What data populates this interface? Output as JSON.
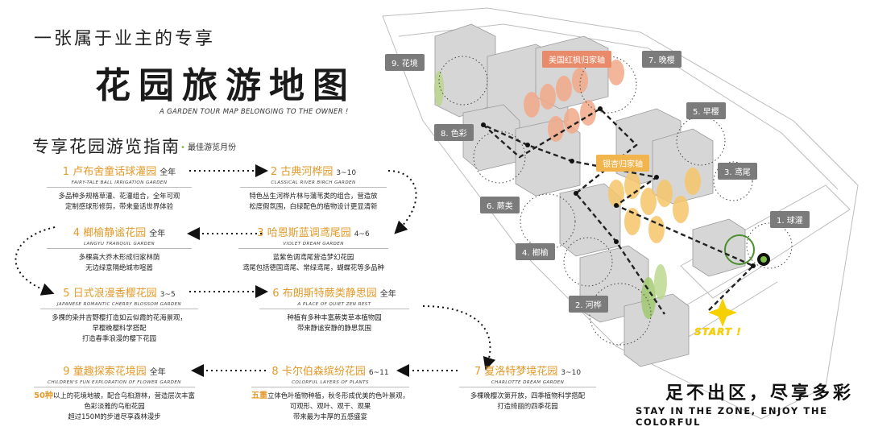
{
  "kicker": "一张属于业主的专享",
  "title": "花园旅游地图",
  "title_en": "A GARDEN TOUR MAP BELONGING TO THE OWNER !",
  "guide": {
    "title": "专享花园游览指南",
    "note": "最佳游览月份"
  },
  "gardens": [
    {
      "id": "g1",
      "name": "1  卢布舍童话球灌园",
      "season": "全年",
      "en": "FAIRY-TALE BALL IRRIGATION GARDEN",
      "desc": [
        "多品种多规格草灌、花灌组合，全年可观",
        "定制感球形修剪，带来童话世界体验"
      ]
    },
    {
      "id": "g2",
      "name": "2  古典河桦园",
      "season": "3~10",
      "en": "CLASSICAL RIVER BIRCH GARDEN",
      "desc": [
        "特色丛生河桦片林与蒲苇类的组合，营造放",
        "松度假氛围，白绿配色的植物设计更显清新"
      ]
    },
    {
      "id": "g4",
      "name": "4  榔榆静谧花园",
      "season": "全年",
      "en": "LANGYU TRANQUIL GARDEN",
      "desc": [
        "多棵高大乔木形成归家林荫",
        "无边绿意隔绝城市喧嚣"
      ]
    },
    {
      "id": "g3",
      "name": "3  哈恩斯蓝调鸢尾园",
      "season": "4~6",
      "en": "VIOLET DREAM GARDEN",
      "desc": [
        "蓝紫色调鸢尾营造梦幻花园",
        "鸢尾包括德国鸢尾、常绿鸢尾，蝴蝶花等多品种"
      ]
    },
    {
      "id": "g5",
      "name": "5  日式浪漫香樱花园",
      "season": "3~5",
      "en": "JAPANESE ROMANTIC CHERRY BLOSSOM GARDEN",
      "desc": [
        "多棵的染井吉野樱打造如云似霞的花海景观，",
        "早樱晚樱科学搭配",
        "打造春季浪漫的樱下花园"
      ]
    },
    {
      "id": "g6",
      "name": "6  布朗斯特蕨类静思园",
      "season": "全年",
      "en": "A PLACE OF QUIET ZEN REST",
      "desc": [
        "种植有多种丰富蕨类草本植物园",
        "带来静谧安静的静思氛围"
      ]
    },
    {
      "id": "g9",
      "name": "9  童趣探索花境园",
      "season": "全年",
      "en": "CHILDREN'S FUN EXPLORATION OF FLOWER GARDEN",
      "desc_hl": "50种",
      "desc": [
        "以上的花境地被，配合乌桕游林，营造层次丰富",
        "色彩淡雅的乌桕花园",
        "超过150M的步道尽享森林漫步"
      ]
    },
    {
      "id": "g8",
      "name": "8  卡尔伯森缤纷花园",
      "season": "6~11",
      "en": "COLORFUL LAYERS OF PLANTS",
      "desc_hl": "五重",
      "desc": [
        "立体色叶植物种植，秋冬形成优美的色叶景观，",
        "可观形、观叶、观干、观果",
        "带来最为丰厚的五感盛宴"
      ]
    },
    {
      "id": "g7",
      "name": "7  夏洛特梦境花园",
      "season": "3~10",
      "en": "CHARLOTTE DREAM GARDEN",
      "desc": [
        "多棵晚樱次第开放，四季植物科学搭配",
        "打造绮丽的四季花园"
      ]
    }
  ],
  "map": {
    "pins": [
      {
        "id": "p9",
        "label": "9. 花境"
      },
      {
        "id": "pred",
        "label": "美国红枫归家轴"
      },
      {
        "id": "p7",
        "label": "7. 晚樱"
      },
      {
        "id": "p5",
        "label": "5. 早樱"
      },
      {
        "id": "p8",
        "label": "8. 色彩"
      },
      {
        "id": "pgold",
        "label": "银杏归家轴"
      },
      {
        "id": "p3",
        "label": "3. 鸢尾"
      },
      {
        "id": "p6",
        "label": "6. 蕨类"
      },
      {
        "id": "p1",
        "label": "1. 球灌"
      },
      {
        "id": "p4",
        "label": "4. 榔榆"
      },
      {
        "id": "p2",
        "label": "2. 河桦"
      }
    ],
    "start_label": "START !"
  },
  "slogan": {
    "cn": "足不出区，尽享多彩",
    "en": "STAY IN THE ZONE, ENJOY THE COLORFUL"
  },
  "colors": {
    "accent_orange": "#e39a2a",
    "leaf_green": "#8bbf3a",
    "red_axis": "#e98a6a",
    "gold_axis": "#f2b44d",
    "start_yellow": "#f6d000"
  }
}
